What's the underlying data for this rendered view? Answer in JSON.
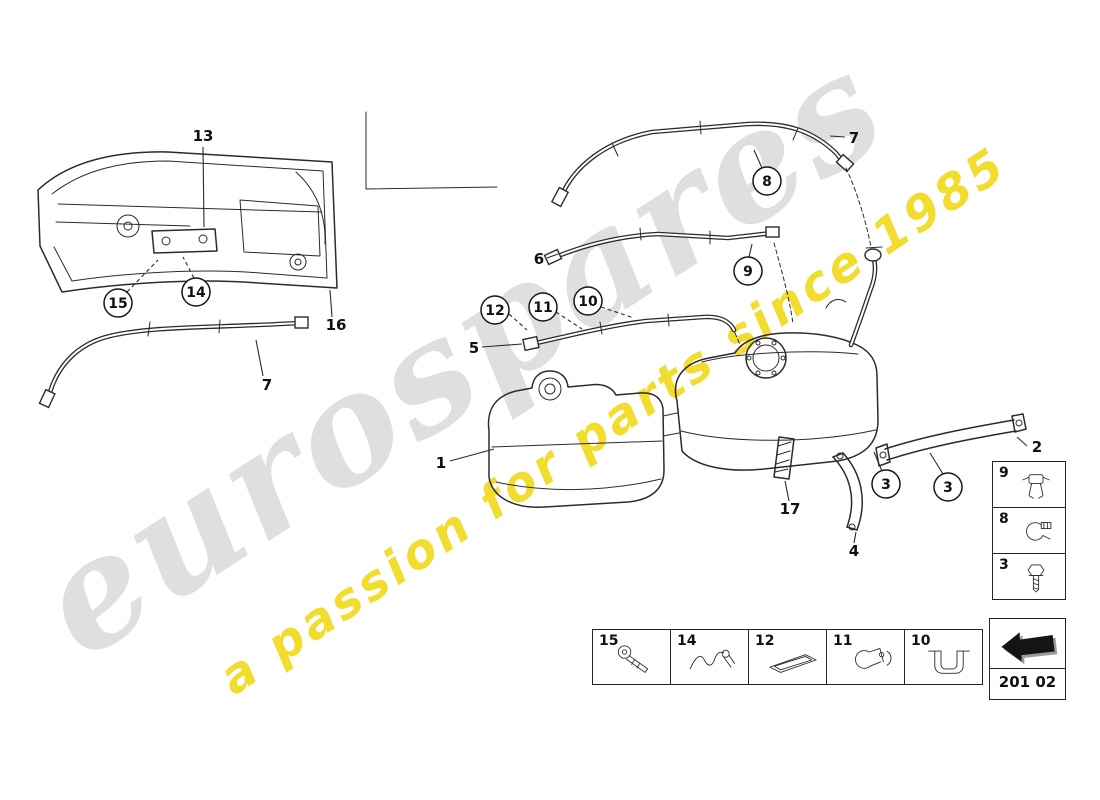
{
  "watermark": {
    "brand": "eurospares",
    "tagline": "a passion for parts since 1985",
    "brand_color": "#b4b4b4",
    "tagline_color": "#f0d500"
  },
  "page_code": "201 02",
  "callouts": {
    "c1": "1",
    "c2": "2",
    "c3a": "3",
    "c3b": "3",
    "c4": "4",
    "c5": "5",
    "c6": "6",
    "c7_left": "7",
    "c7_right": "7",
    "c8": "8",
    "c9": "9",
    "c10": "10",
    "c11": "11",
    "c12": "12",
    "c13": "13",
    "c14": "14",
    "c15": "15",
    "c16": "16",
    "c17": "17"
  },
  "legend_right": [
    {
      "label": "9",
      "icon": "retaining-clip"
    },
    {
      "label": "8",
      "icon": "hose-clamp"
    },
    {
      "label": "3",
      "icon": "hex-bolt"
    }
  ],
  "legend_bottom": [
    {
      "label": "15",
      "icon": "pin-bolt"
    },
    {
      "label": "14",
      "icon": "wire-clip"
    },
    {
      "label": "12",
      "icon": "rail-bracket"
    },
    {
      "label": "11",
      "icon": "band-clamp"
    },
    {
      "label": "10",
      "icon": "u-clip"
    }
  ]
}
